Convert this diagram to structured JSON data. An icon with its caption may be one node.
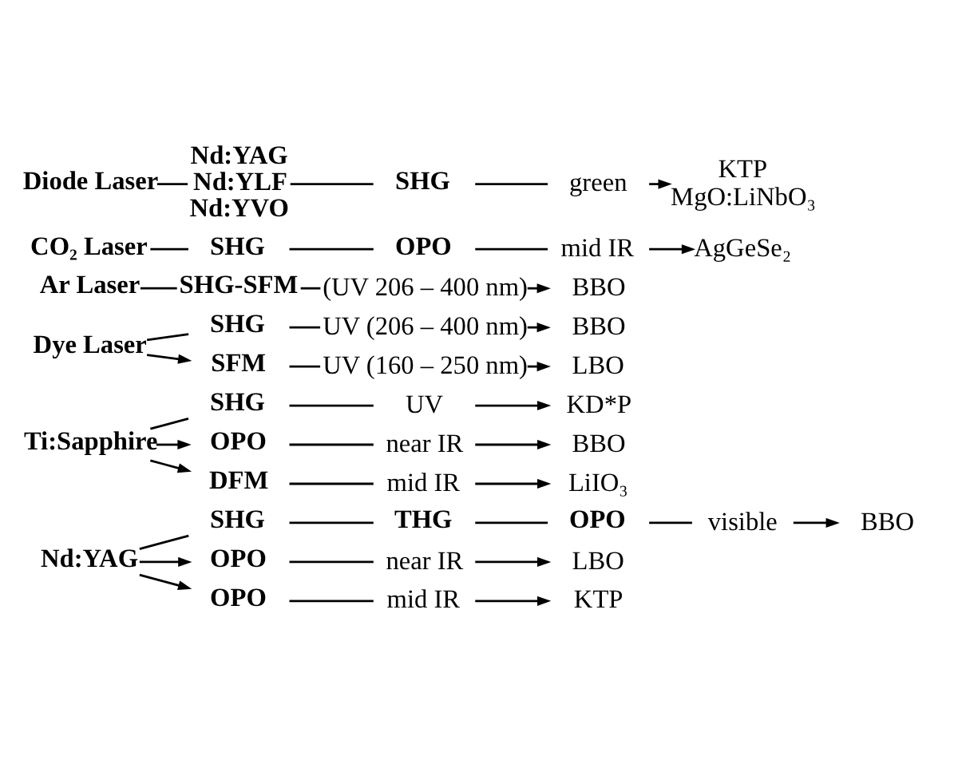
{
  "diagram": {
    "nodes": [
      {
        "text": [
          "Nd:YAG"
        ]
      },
      {
        "text": [
          "SHG"
        ]
      },
      {
        "text": [
          "THG"
        ]
      },
      {
        "text": [
          "OPO"
        ]
      },
      {
        "text": [
          "visible"
        ]
      },
      {
        "text": [
          "BBO"
        ]
      },
      {
        "text": [
          "OPO"
        ]
      },
      {
        "text": [
          "near IR"
        ]
      },
      {
        "text": [
          "LBO"
        ]
      },
      {
        "text": [
          "OPO"
        ]
      },
      {
        "text": [
          "mid IR"
        ]
      },
      {
        "text": [
          "KTP"
        ]
      },
      {
        "text": [
          "Ti:Sapphire"
        ]
      },
      {
        "text": [
          "SHG"
        ]
      },
      {
        "text": [
          "UV"
        ]
      },
      {
        "text": [
          "KD*P"
        ]
      },
      {
        "text": [
          "OPO"
        ]
      },
      {
        "text": [
          "near IR"
        ]
      },
      {
        "text": [
          "BBO"
        ]
      },
      {
        "text": [
          "DFM"
        ]
      },
      {
        "text": [
          "mid IR"
        ]
      },
      {
        "text": [
          "LiIO₃"
        ]
      },
      {
        "text": [
          "Dye Laser"
        ]
      },
      {
        "text": [
          "SHG"
        ]
      },
      {
        "text": [
          "UV (206 – 400 nm)"
        ]
      },
      {
        "text": [
          "BBO"
        ]
      },
      {
        "text": [
          "SFM"
        ]
      },
      {
        "text": [
          "UV (160 – 250 nm)"
        ]
      },
      {
        "text": [
          "LBO"
        ]
      },
      {
        "text": [
          "Ar Laser"
        ]
      },
      {
        "text": [
          "SHG-SFM"
        ]
      },
      {
        "text": [
          "(UV 206 – 400 nm)"
        ]
      },
      {
        "text": [
          "BBO"
        ]
      },
      {
        "text": [
          "CO₂ Laser"
        ]
      },
      {
        "text": [
          "SHG"
        ]
      },
      {
        "text": [
          "OPO"
        ]
      },
      {
        "text": [
          "mid IR"
        ]
      },
      {
        "text": [
          "AgGeSe₂"
        ]
      },
      {
        "text": [
          "Diode Laser"
        ]
      },
      {
        "text": [
          "Nd:YAG",
          "Nd:YLF",
          "Nd:YVO"
        ]
      },
      {
        "text": [
          "SHG"
        ]
      },
      {
        "text": [
          "green"
        ]
      },
      {
        "text": [
          "KTP",
          "MgO:LiNbO₃"
        ]
      }
    ],
    "edges": [
      {
        "from": 0,
        "to": 1,
        "arrow": "none"
      },
      {
        "from": 1,
        "to": 2,
        "arrow": "none"
      },
      {
        "from": 2,
        "to": 3,
        "arrow": "none"
      },
      {
        "from": 3,
        "to": 4,
        "arrow": "none"
      },
      {
        "from": 4,
        "to": 5,
        "arrow": "to"
      },
      {
        "from": 0,
        "to": 6,
        "arrow": "to"
      },
      {
        "from": 6,
        "to": 7,
        "arrow": "none"
      },
      {
        "from": 7,
        "to": 8,
        "arrow": "to"
      },
      {
        "from": 0,
        "to": 9,
        "arrow": "to"
      },
      {
        "from": 9,
        "to": 10,
        "arrow": "none"
      },
      {
        "from": 10,
        "to": 11,
        "arrow": "to"
      },
      {
        "from": 12,
        "to": 13,
        "arrow": "none"
      },
      {
        "from": 13,
        "to": 14,
        "arrow": "none"
      },
      {
        "from": 14,
        "to": 15,
        "arrow": "to"
      },
      {
        "from": 12,
        "to": 16,
        "arrow": "to"
      },
      {
        "from": 16,
        "to": 17,
        "arrow": "none"
      },
      {
        "from": 17,
        "to": 18,
        "arrow": "to"
      },
      {
        "from": 12,
        "to": 19,
        "arrow": "to"
      },
      {
        "from": 19,
        "to": 20,
        "arrow": "none"
      },
      {
        "from": 20,
        "to": 21,
        "arrow": "to"
      },
      {
        "from": 22,
        "to": 23,
        "arrow": "none"
      },
      {
        "from": 23,
        "to": 24,
        "arrow": "none"
      },
      {
        "from": 24,
        "to": 25,
        "arrow": "to"
      },
      {
        "from": 22,
        "to": 26,
        "arrow": "to"
      },
      {
        "from": 26,
        "to": 27,
        "arrow": "none"
      },
      {
        "from": 27,
        "to": 28,
        "arrow": "to"
      },
      {
        "from": 29,
        "to": 30,
        "arrow": "none"
      },
      {
        "from": 30,
        "to": 31,
        "arrow": "none"
      },
      {
        "from": 31,
        "to": 32,
        "arrow": "to"
      },
      {
        "from": 33,
        "to": 34,
        "arrow": "none"
      },
      {
        "from": 34,
        "to": 35,
        "arrow": "none"
      },
      {
        "from": 35,
        "to": 36,
        "arrow": "none"
      },
      {
        "from": 36,
        "to": 37,
        "arrow": "to"
      },
      {
        "from": 38,
        "to": 39,
        "arrow": "none"
      },
      {
        "from": 39,
        "to": 40,
        "arrow": "none"
      },
      {
        "from": 40,
        "to": 41,
        "arrow": "none"
      },
      {
        "from": 41,
        "to": 42,
        "arrow": "to"
      }
    ]
  }
}
